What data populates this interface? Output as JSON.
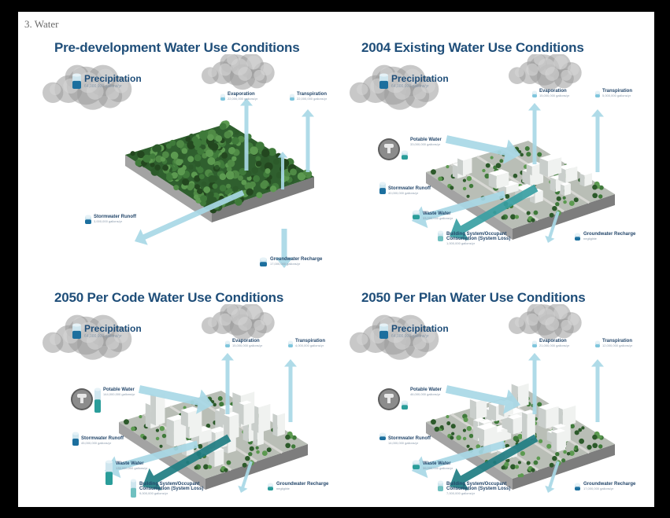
{
  "section_label": "3. Water",
  "colors": {
    "title": "#1f4e79",
    "arrow_light": "#a8d8e6",
    "arrow_teal": "#3a9fa3",
    "arrow_dark_teal": "#1f7d82",
    "tank_blue": "#1c6f9e",
    "tank_teal": "#2a9d9a",
    "terrain_green": "#3f7a3a",
    "cloud": "#9a9a9a"
  },
  "panels": [
    {
      "title": "Pre-development Water Use Conditions",
      "precipitation": {
        "label": "Precipitation",
        "sub": "64,000,000 gallons/yr"
      },
      "evaporation": {
        "label": "Evaporation",
        "sub": "22,000,000 gallons/yr"
      },
      "transpiration": {
        "label": "Transpiration",
        "sub": "22,000,000 gallons/yr"
      },
      "stormwater": {
        "label": "Stormwater Runoff",
        "sub": "3,000,000 gallons/yr"
      },
      "groundwater": {
        "label": "Groundwater Recharge",
        "sub": "17,000,000 gallons/yr"
      }
    },
    {
      "title": "2004 Existing Water Use Conditions",
      "precipitation": {
        "label": "Precipitation",
        "sub": "64,000,000 gallons/yr"
      },
      "evaporation": {
        "label": "Evaporation",
        "sub": "15,000,000 gallons/yr"
      },
      "transpiration": {
        "label": "Transpiration",
        "sub": "5,000,000 gallons/yr"
      },
      "potable": {
        "label": "Potable Water",
        "sub": "33,000,000 gallons/yr"
      },
      "stormwater": {
        "label": "Stormwater Runoff",
        "sub": "40,000,000 gallons/yr"
      },
      "wastewater": {
        "label": "Waste Water",
        "sub": "33,000,000 gallons/yr"
      },
      "building": {
        "label": "Building System/Occupant Consumption (System Loss)",
        "sub": "1,000,000 gallons/yr"
      },
      "groundwater": {
        "label": "Groundwater Recharge",
        "sub": "negligible"
      }
    },
    {
      "title": "2050 Per Code Water Use Conditions",
      "precipitation": {
        "label": "Precipitation",
        "sub": "64,000,000 gallons/yr"
      },
      "evaporation": {
        "label": "Evaporation",
        "sub": "15,000,000 gallons/yr"
      },
      "transpiration": {
        "label": "Transpiration",
        "sub": "4,000,000 gallons/yr"
      },
      "potable": {
        "label": "Potable Water",
        "sub": "144,000,000 gallons/yr"
      },
      "stormwater": {
        "label": "Stormwater Runoff",
        "sub": "45,000,000 gallons/yr"
      },
      "wastewater": {
        "label": "Waste Water",
        "sub": "135,000,000 gallons/yr"
      },
      "building": {
        "label": "Building System/Occupant Consumption (System Loss)",
        "sub": "9,000,000 gallons/yr"
      },
      "groundwater": {
        "label": "Groundwater Recharge",
        "sub": "negligible"
      }
    },
    {
      "title": "2050 Per Plan Water Use Conditions",
      "precipitation": {
        "label": "Precipitation",
        "sub": "64,000,000 gallons/yr"
      },
      "evaporation": {
        "label": "Evaporation",
        "sub": "21,000,000 gallons/yr"
      },
      "transpiration": {
        "label": "Transpiration",
        "sub": "12,000,000 gallons/yr"
      },
      "potable": {
        "label": "Potable Water",
        "sub": "46,000,000 gallons/yr"
      },
      "stormwater": {
        "label": "Stormwater Runoff",
        "sub": "14,000,000 gallons/yr"
      },
      "wastewater": {
        "label": "Waste Water",
        "sub": "39,000,000 gallons/yr"
      },
      "building": {
        "label": "Building System/Occupant Consumption (System Loss)",
        "sub": "7,000,000 gallons/yr"
      },
      "groundwater": {
        "label": "Groundwater Recharge",
        "sub": "17,000,000 gallons/yr"
      }
    }
  ]
}
